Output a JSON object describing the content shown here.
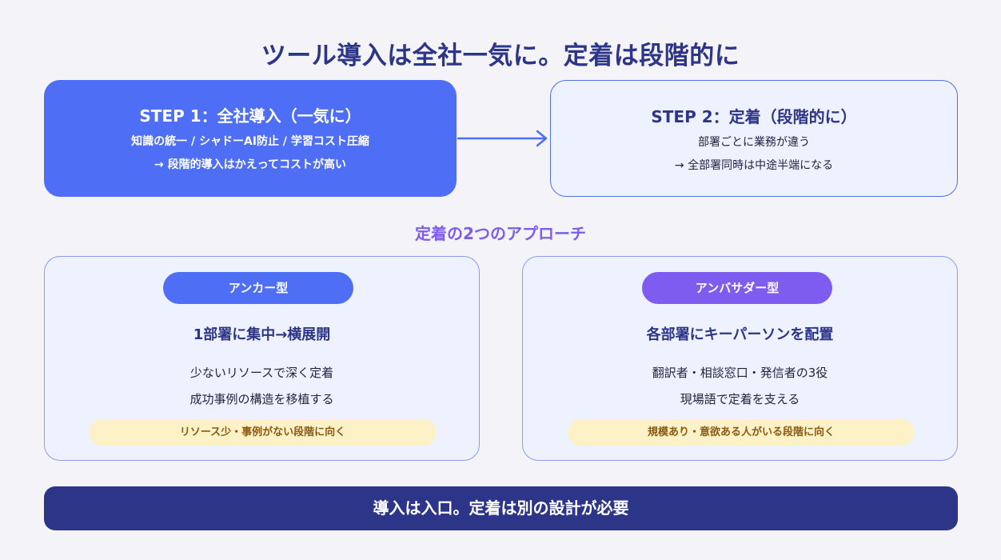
{
  "title": "ツール導入は全社一気に。定着は段階的に",
  "step1": {
    "title": "STEP 1：全社導入（一気に）",
    "line1": "知識の統一 / シャドーAI防止 / 学習コスト圧縮",
    "line2": "→ 段階的導入はかえってコストが高い"
  },
  "step2": {
    "title": "STEP 2：定着（段階的に）",
    "line1": "部署ごとに業務が違う",
    "line2": "→ 全部署同時は中途半端になる"
  },
  "approaches": {
    "heading": "定着の2つのアプローチ",
    "anchor": {
      "label": "アンカー型",
      "heading": "1部署に集中→横展開",
      "line1": "少ないリソースで深く定着",
      "line2": "成功事例の構造を移植する",
      "note": "リソース少・事例がない段階に向く"
    },
    "ambassador": {
      "label": "アンバサダー型",
      "heading": "各部署にキーパーソンを配置",
      "line1": "翻訳者・相談窓口・発信者の3役",
      "line2": "現場語で定着を支える",
      "note": "規模あり・意欲ある人がいる段階に向く"
    }
  },
  "footer": "導入は入口。定着は別の設計が必要",
  "colors": {
    "primary": "#4d6ef5",
    "accent_purple": "#7d5cef",
    "navy": "#2c3587",
    "note_bg": "#fdf1c7",
    "note_text": "#8a5a12"
  }
}
